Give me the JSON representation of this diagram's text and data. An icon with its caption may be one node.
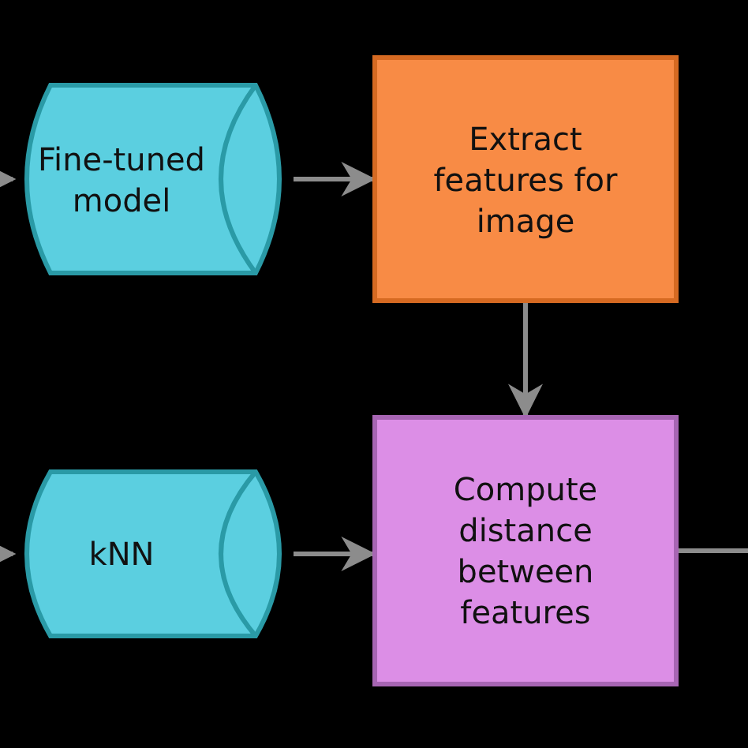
{
  "diagram": {
    "nodes": [
      {
        "text": [
          "Fine-tuned model"
        ]
      },
      {
        "text": [
          "Extract features for image"
        ]
      },
      {
        "text": [
          "Compute distance between features"
        ]
      },
      {
        "text": [
          "kNN"
        ]
      }
    ],
    "edges": [
      {
        "from": null,
        "to": 0,
        "arrow": "to"
      },
      {
        "from": 0,
        "to": 1,
        "arrow": "to"
      },
      {
        "from": 1,
        "to": 2,
        "arrow": "to"
      },
      {
        "from": null,
        "to": 3,
        "arrow": "to"
      },
      {
        "from": 3,
        "to": 2,
        "arrow": "to"
      },
      {
        "from": 2,
        "to": null,
        "arrow": "none"
      }
    ]
  }
}
